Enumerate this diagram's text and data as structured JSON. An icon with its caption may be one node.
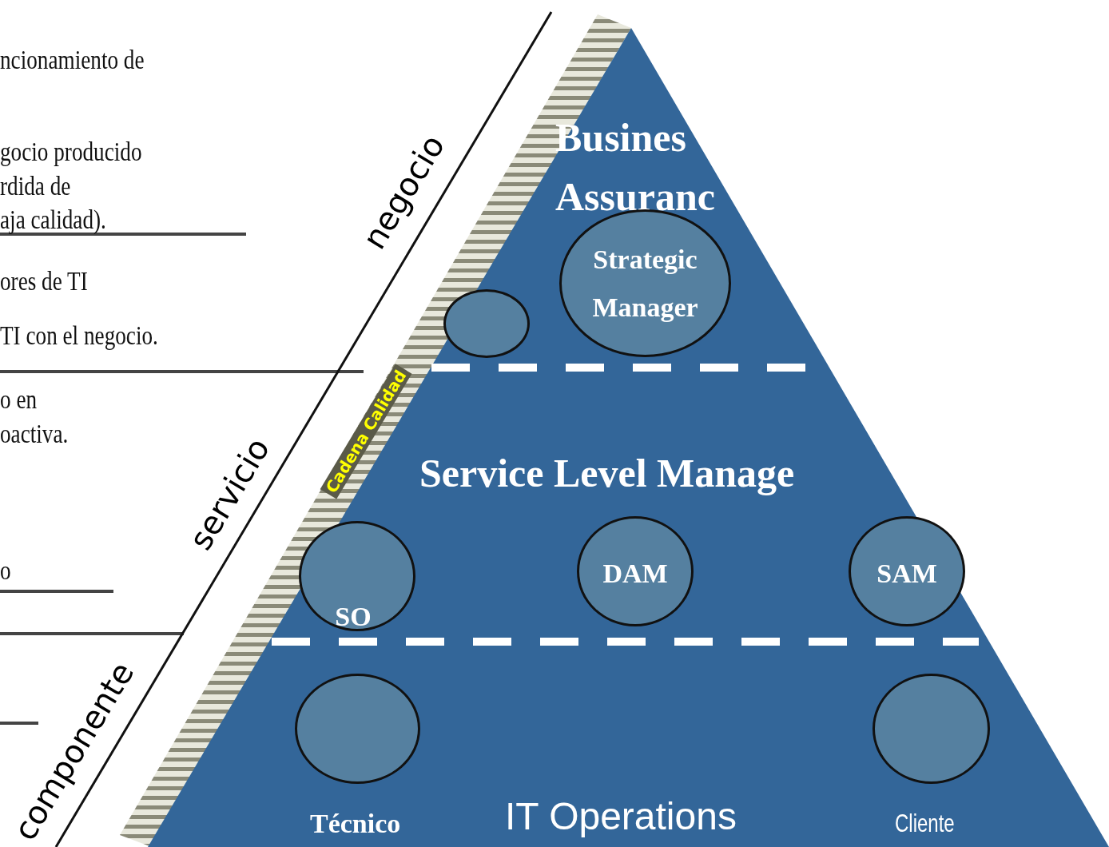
{
  "diagram": {
    "nodes": [
      {
        "text": [
          "Busines Assuranc",
          "Service Level Manage",
          "IT Operations"
        ]
      },
      {
        "text": [],
        "shape": "circle",
        "in": 0
      },
      {
        "text": [
          "Strategic Manager"
        ],
        "in": 0
      },
      {
        "text": [
          "SO"
        ],
        "in": 0
      },
      {
        "text": [
          "DAM"
        ],
        "in": 0
      },
      {
        "text": [
          "SAM"
        ],
        "in": 0
      },
      {
        "text": [],
        "shape": "circle",
        "in": 0,
        "beside": [
          "Técnico"
        ]
      },
      {
        "text": [],
        "shape": "circle",
        "in": 0,
        "beside": [
          "Cliente"
        ]
      }
    ],
    "edges": [],
    "labels": [
      "ncionamiento de",
      "gocio producido",
      "rdida de",
      "aja calidad).",
      "ores de TI",
      "TI con el negocio.",
      "o en",
      "oactiva.",
      "o",
      "negocio",
      "Cadena Calidad",
      "servicio",
      "componente"
    ]
  }
}
